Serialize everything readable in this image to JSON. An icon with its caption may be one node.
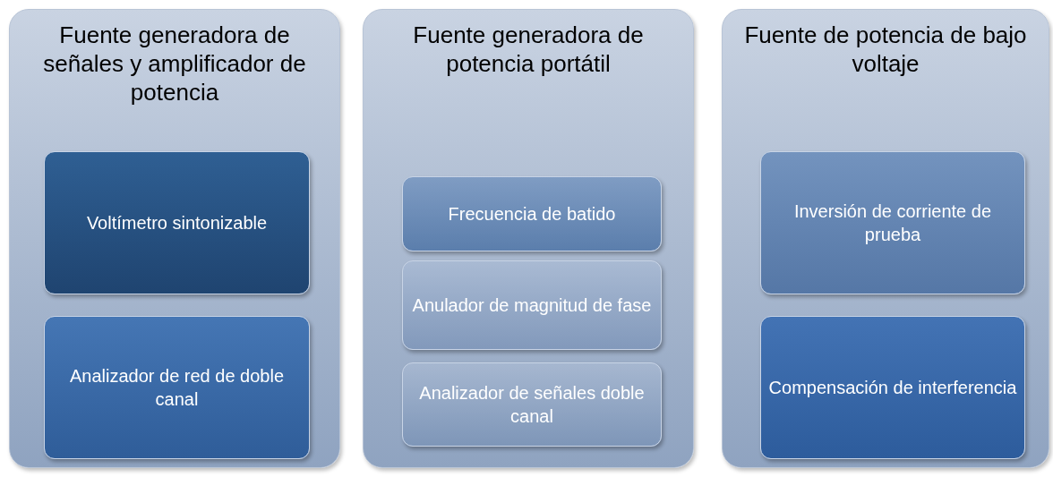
{
  "diagram": {
    "nodes": [
      {
        "text": [
          "Fuente generadora de señales y amplificador de potencia"
        ]
      },
      {
        "text": [
          "Voltímetro sintonizable"
        ],
        "in": 0
      },
      {
        "text": [
          "Analizador de red de doble canal"
        ],
        "in": 0
      },
      {
        "text": [
          "Fuente generadora de potencia portátil"
        ]
      },
      {
        "text": [
          "Frecuencia de batido"
        ],
        "in": 3
      },
      {
        "text": [
          "Anulador de magnitud de fase"
        ],
        "in": 3
      },
      {
        "text": [
          "Analizador de señales doble canal"
        ],
        "in": 3
      },
      {
        "text": [
          "Fuente de potencia de bajo voltaje"
        ]
      },
      {
        "text": [
          "Inversión de corriente de prueba"
        ],
        "in": 7
      },
      {
        "text": [
          "Compensación de interferencia"
        ],
        "in": 7
      }
    ]
  }
}
